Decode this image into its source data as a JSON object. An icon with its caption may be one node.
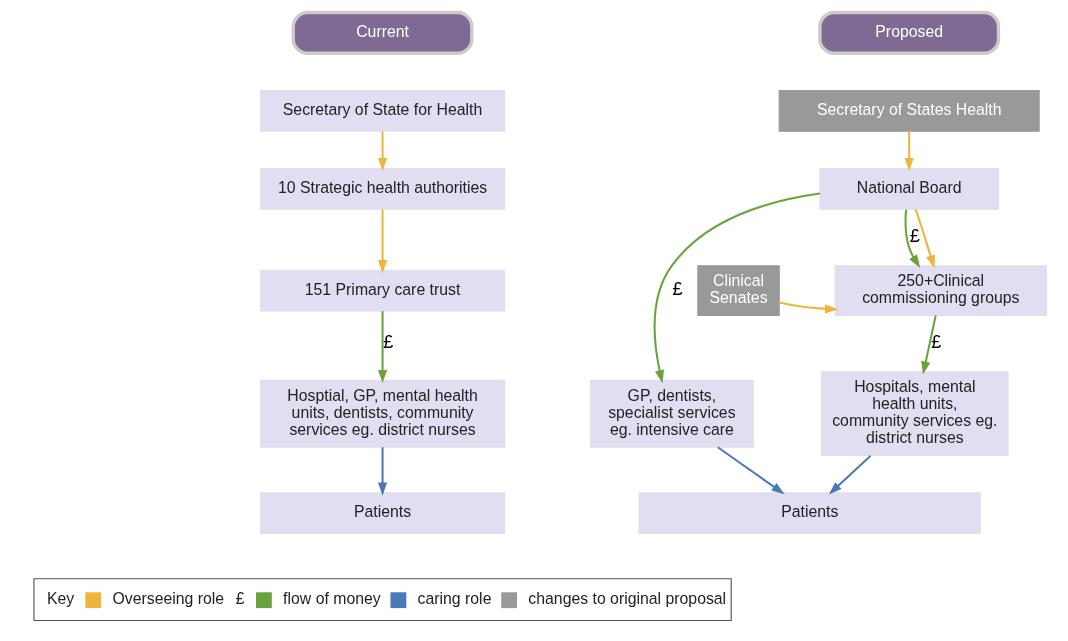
{
  "diagram": {
    "nodes": [
      {
        "text": [
          "Current"
        ]
      },
      {
        "text": [
          "Secretary of State for Health"
        ]
      },
      {
        "text": [
          "10 Strategic health authorities"
        ]
      },
      {
        "text": [
          "151 Primary care trust"
        ]
      },
      {
        "text": [
          "Hosptial, GP, mental health units, dentists, community services eg. district nurses"
        ]
      },
      {
        "text": [
          "Patients"
        ]
      },
      {
        "text": [
          "Proposed"
        ]
      },
      {
        "text": [
          "Secretary of States Health"
        ]
      },
      {
        "text": [
          "National Board"
        ]
      },
      {
        "text": [
          "Clinical Senates"
        ]
      },
      {
        "text": [
          "250+Clinical commissioning groups"
        ]
      },
      {
        "text": [
          "Hospitals, mental health units, community services eg. district nurses"
        ]
      },
      {
        "text": [
          "GP, dentists, specialist services eg. intensive care"
        ]
      },
      {
        "text": [
          "Patients"
        ]
      }
    ],
    "edges": [
      {
        "from": 1,
        "to": 2,
        "arrow": "to",
        "color": "#f0b43c"
      },
      {
        "from": 2,
        "to": 3,
        "arrow": "to",
        "color": "#f0b43c"
      },
      {
        "from": 3,
        "to": 4,
        "arrow": "to",
        "label": "£",
        "color": "#6aa23c"
      },
      {
        "from": 4,
        "to": 5,
        "arrow": "to",
        "color": "#4a7ab4"
      },
      {
        "from": 7,
        "to": 8,
        "arrow": "to",
        "color": "#f0b43c"
      },
      {
        "from": 8,
        "to": 10,
        "arrow": "to",
        "label": "£",
        "color": "#6aa23c"
      },
      {
        "from": 8,
        "to": 10,
        "arrow": "to",
        "color": "#f0b43c"
      },
      {
        "from": 9,
        "to": 10,
        "arrow": "to",
        "color": "#f0b43c"
      },
      {
        "from": 8,
        "to": 12,
        "arrow": "to",
        "label": "£",
        "color": "#6aa23c"
      },
      {
        "from": 10,
        "to": 11,
        "arrow": "to",
        "label": "£",
        "color": "#6aa23c"
      },
      {
        "from": 11,
        "to": 13,
        "arrow": "to",
        "color": "#4a7ab4"
      },
      {
        "from": 12,
        "to": 13,
        "arrow": "to",
        "color": "#4a7ab4"
      }
    ],
    "labels": [
      "Key",
      "£"
    ],
    "legend": [
      {
        "text": "Overseeing role",
        "color": "#f0b43c"
      },
      {
        "text": "flow of money",
        "color": "#6aa23c"
      },
      {
        "text": "caring role",
        "color": "#4a7ab4"
      },
      {
        "text": "changes to original proposal",
        "color": "#999999"
      }
    ]
  }
}
